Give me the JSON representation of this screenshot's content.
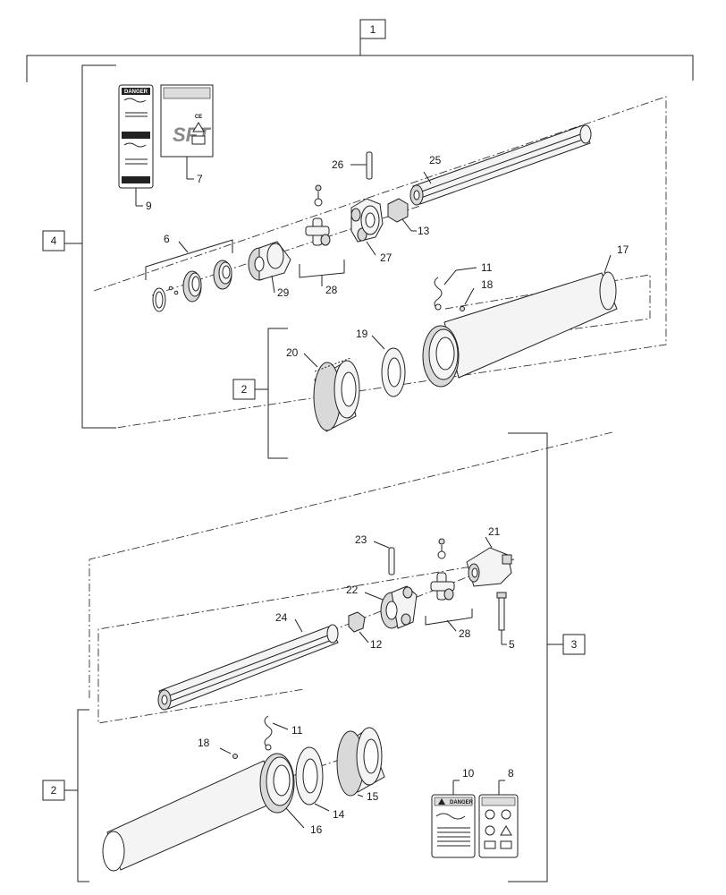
{
  "callouts": {
    "n1": "1",
    "n2a": "2",
    "n2b": "2",
    "n3": "3",
    "n4": "4",
    "n5": "5",
    "n6": "6",
    "n7": "7",
    "n8": "8",
    "n9": "9",
    "n10": "10",
    "n11a": "11",
    "n11b": "11",
    "n12": "12",
    "n13": "13",
    "n14": "14",
    "n15": "15",
    "n16": "16",
    "n17": "17",
    "n18a": "18",
    "n18b": "18",
    "n19": "19",
    "n20": "20",
    "n21": "21",
    "n22": "22",
    "n23": "23",
    "n24": "24",
    "n25": "25",
    "n26": "26",
    "n27": "27",
    "n28a": "28",
    "n28b": "28",
    "n29": "29"
  },
  "decals": {
    "danger_word": "DANGER",
    "sft_logo": "SFT",
    "ce_mark": "CE"
  },
  "colors": {
    "line": "#222222",
    "fill": "#f4f4f4",
    "shade": "#d9d9d9"
  }
}
